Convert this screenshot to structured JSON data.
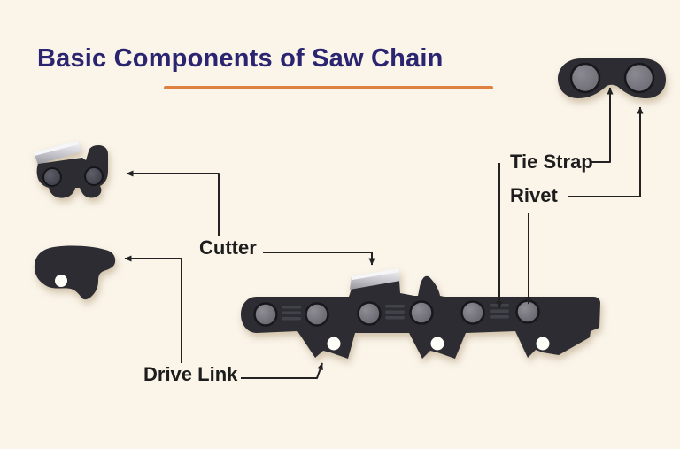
{
  "title": {
    "text": "Basic Components of Saw Chain"
  },
  "labels": {
    "cutter": "Cutter",
    "drive_link": "Drive Link",
    "tie_strap": "Tie Strap",
    "rivet": "Rivet"
  },
  "colors": {
    "background": "#faf4e9",
    "title": "#2b2571",
    "underline": "#dd8140",
    "label_text": "#1d1d1d",
    "line": "#222222",
    "chain_dark": "#2c2c32",
    "rivet_gray": "#75747b",
    "cutter_rivet": "#4b4b55",
    "tie_rivet": "#7c7b82",
    "hole_white": "#fffef8",
    "blade_light": "#e9e9ee",
    "blade_dark": "#96959c"
  }
}
